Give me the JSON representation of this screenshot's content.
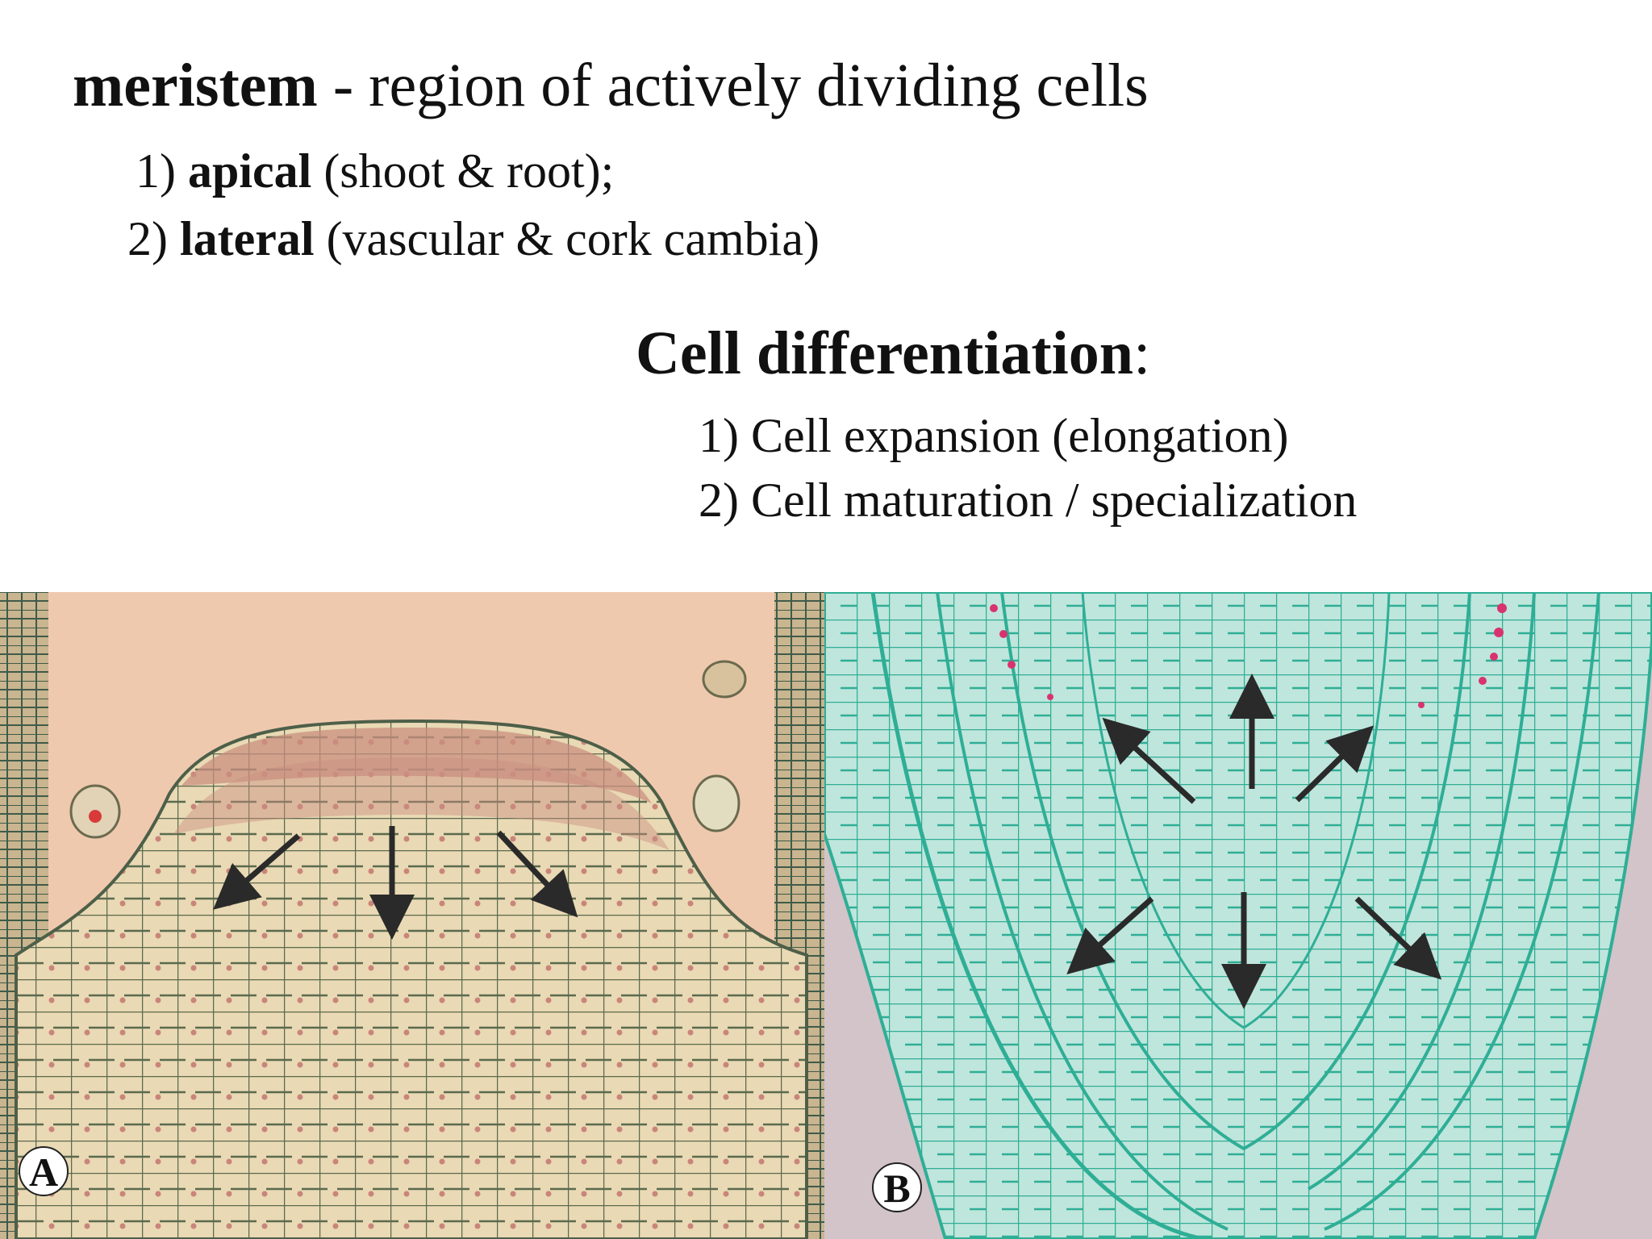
{
  "heading": {
    "term": "meristem",
    "rest": " - region of actively dividing cells"
  },
  "meristem_types": [
    {
      "num": "1) ",
      "term": "apical",
      "detail": " (shoot & root);"
    },
    {
      "num": "2) ",
      "term": "lateral",
      "detail": " (vascular & cork cambia)"
    }
  ],
  "differentiation": {
    "title": "Cell differentiation",
    "colon": ":",
    "items": [
      "1) Cell expansion (elongation)",
      "2) Cell maturation / specialization"
    ]
  },
  "panels": {
    "a_label": "A",
    "b_label": "B"
  },
  "colors": {
    "panel_a_bg": "#efc9ae",
    "panel_a_tissue": "#e9d9b4",
    "panel_a_dome": "#c98f80",
    "panel_b_bg": "#d2c4c8",
    "panel_b_tissue": "#8fd1c4",
    "arrow": "#2a2a2a"
  }
}
